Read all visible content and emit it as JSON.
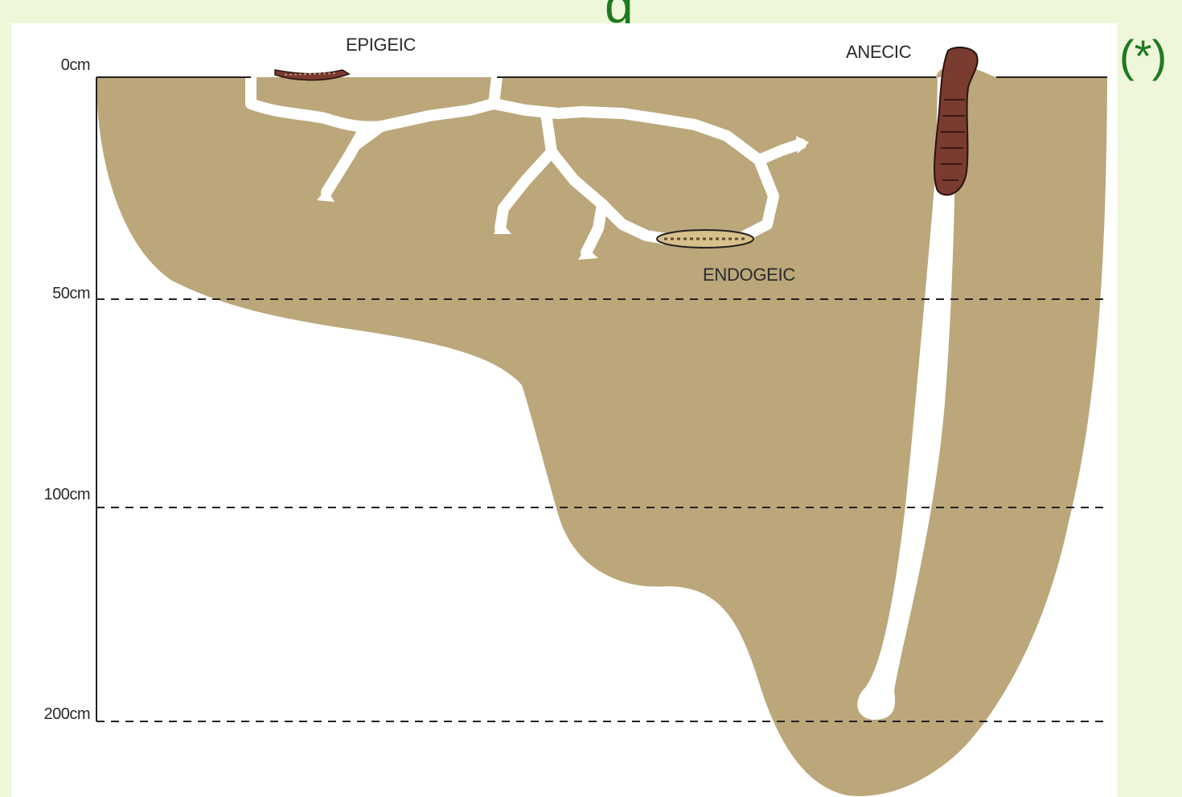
{
  "heading": {
    "visible_fragment": "g"
  },
  "footnote_mark": "(*)",
  "depth_axis": {
    "labels": [
      "0cm",
      "50cm",
      "100cm",
      "200cm"
    ]
  },
  "groups": {
    "epigeic": "EPIGEIC",
    "endogeic": "ENDOGEIC",
    "anecic": "ANECIC"
  },
  "colors": {
    "background": "#eef7d9",
    "soil": "#bba77a",
    "burrow": "#ffffff",
    "worm": "#7a3b30",
    "accent_text": "#1f7a1f"
  }
}
